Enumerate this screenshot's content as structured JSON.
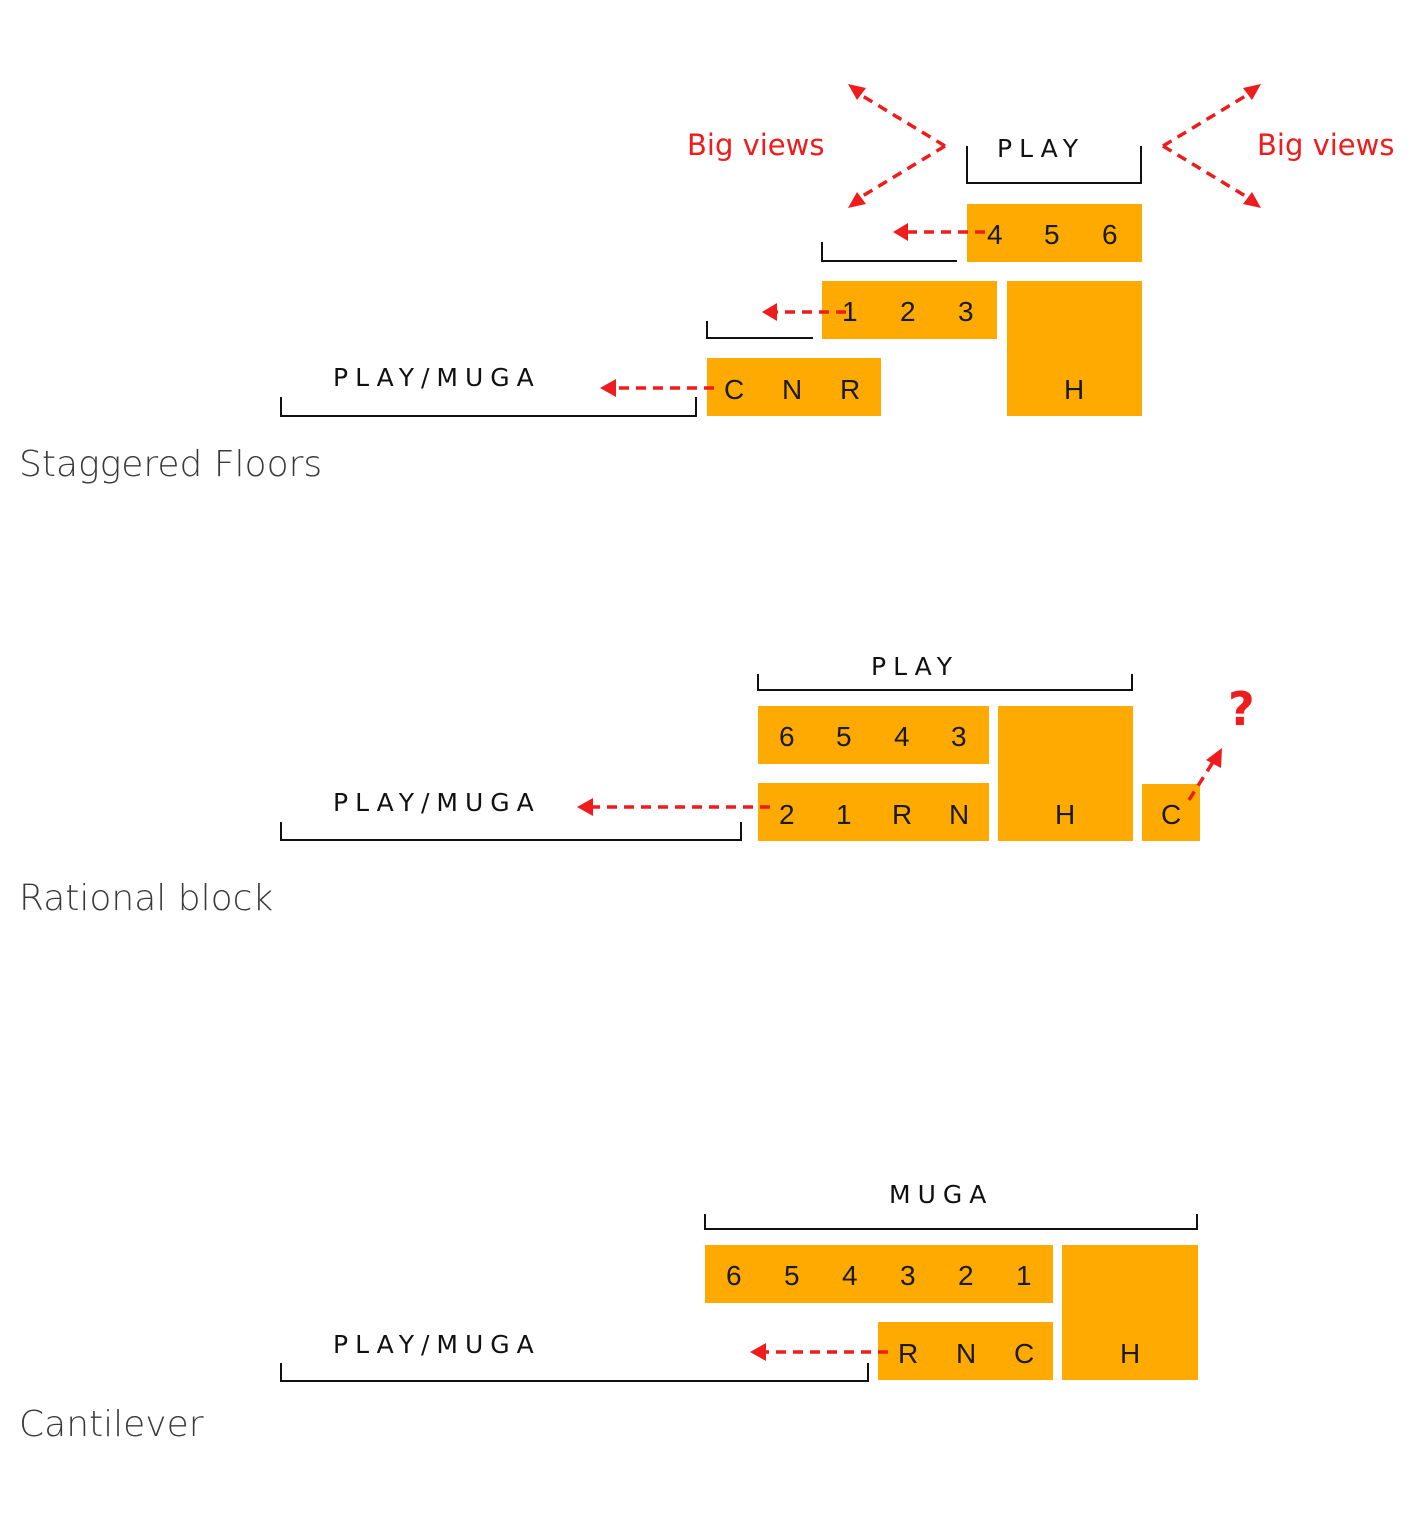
{
  "colors": {
    "block": "#ffaa00",
    "arrow": "#ee1c1c",
    "text": "#111111",
    "title": "#3a3a3a"
  },
  "sections": [
    {
      "title": "Staggered Floors",
      "labels": {
        "top_zone": "PLAY",
        "ground_zone": "PLAY/MUGA",
        "view_left": "Big views",
        "view_right": "Big views"
      },
      "blocks": [
        {
          "id": "floor-456",
          "items": [
            "4",
            "5",
            "6"
          ]
        },
        {
          "id": "floor-123",
          "items": [
            "1",
            "2",
            "3"
          ]
        },
        {
          "id": "floor-cnr",
          "items": [
            "C",
            "N",
            "R"
          ]
        },
        {
          "id": "hall",
          "items": [
            "H"
          ]
        }
      ]
    },
    {
      "title": "Rational block",
      "labels": {
        "top_zone": "PLAY",
        "ground_zone": "PLAY/MUGA",
        "question": "?"
      },
      "blocks": [
        {
          "id": "floor-6543",
          "items": [
            "6",
            "5",
            "4",
            "3"
          ]
        },
        {
          "id": "floor-21rn",
          "items": [
            "2",
            "1",
            "R",
            "N"
          ]
        },
        {
          "id": "hall",
          "items": [
            "H"
          ]
        },
        {
          "id": "c-block",
          "items": [
            "C"
          ]
        }
      ]
    },
    {
      "title": "Cantilever",
      "labels": {
        "top_zone": "MUGA",
        "ground_zone": "PLAY/MUGA"
      },
      "blocks": [
        {
          "id": "floor-654321",
          "items": [
            "6",
            "5",
            "4",
            "3",
            "2",
            "1"
          ]
        },
        {
          "id": "floor-rnc",
          "items": [
            "R",
            "N",
            "C"
          ]
        },
        {
          "id": "hall",
          "items": [
            "H"
          ]
        }
      ]
    }
  ]
}
